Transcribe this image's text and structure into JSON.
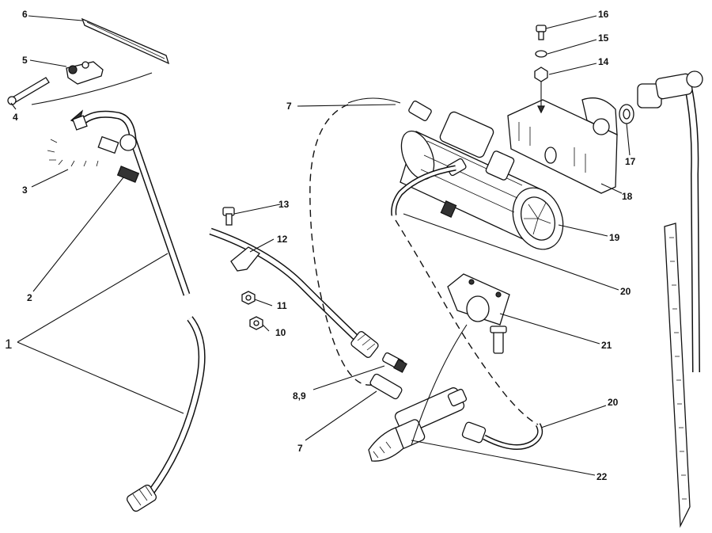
{
  "callouts": {
    "c1": "1",
    "c2": "2",
    "c3": "3",
    "c4": "4",
    "c5": "5",
    "c6": "6",
    "c7a": "7",
    "c7b": "7",
    "c89": "8,9",
    "c10": "10",
    "c11": "11",
    "c12": "12",
    "c13": "13",
    "c14": "14",
    "c15": "15",
    "c16": "16",
    "c17": "17",
    "c18": "18",
    "c19": "19",
    "c20a": "20",
    "c20b": "20",
    "c21": "21",
    "c22": "22"
  }
}
